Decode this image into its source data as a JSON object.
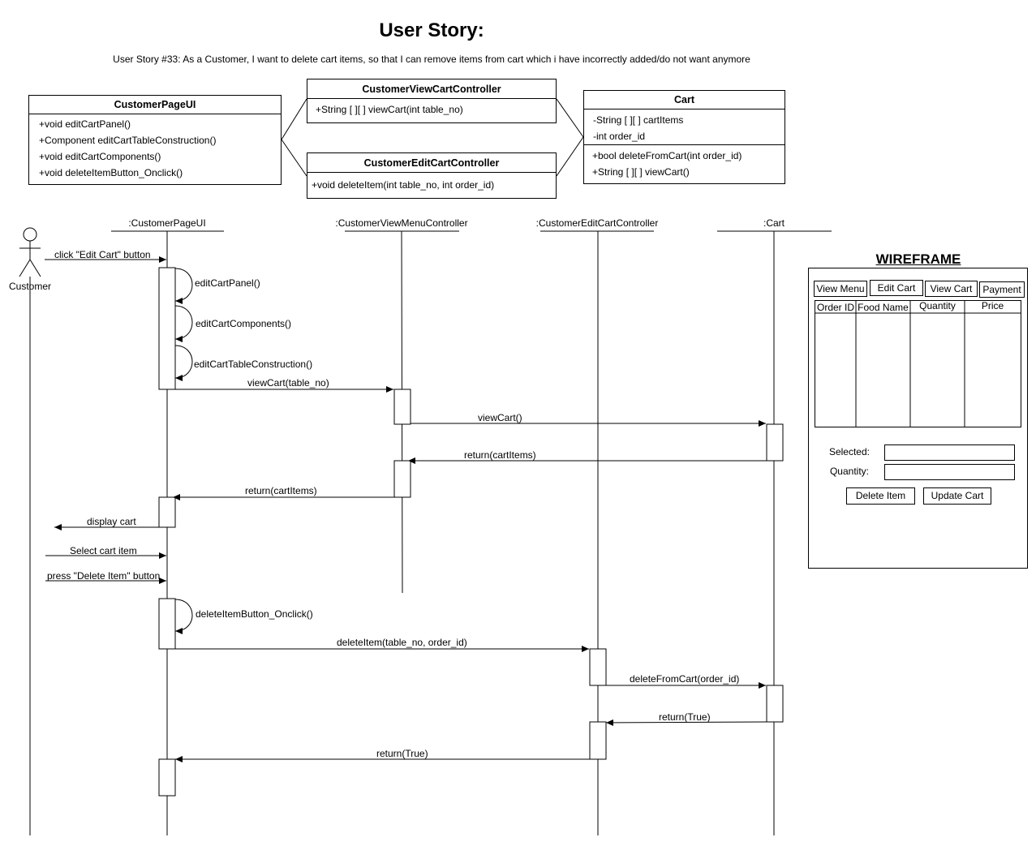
{
  "header": {
    "title": "User Story:",
    "story": "User Story #33: As a Customer, I want to delete cart items, so that I can remove items from cart which i have incorrectly added/do not want anymore"
  },
  "classes": {
    "page_ui": {
      "name": "CustomerPageUI",
      "methods": [
        "+void editCartPanel()",
        "+Component editCartTableConstruction()",
        "+void editCartComponents()",
        "+void deleteItemButton_Onclick()"
      ]
    },
    "view_cart_controller": {
      "name": "CustomerViewCartController",
      "methods": [
        "+String [ ][ ] viewCart(int table_no)"
      ]
    },
    "edit_cart_controller": {
      "name": "CustomerEditCartController",
      "methods": [
        "+void deleteItem(int table_no, int order_id)"
      ]
    },
    "cart": {
      "name": "Cart",
      "attributes": [
        "-String [ ][ ] cartItems",
        "-int order_id"
      ],
      "methods": [
        "+bool deleteFromCart(int order_id)",
        "+String [ ][ ] viewCart()"
      ]
    }
  },
  "sequence": {
    "actor": "Customer",
    "lifelines": [
      ":CustomerPageUI",
      ":CustomerViewMenuController",
      ":CustomerEditCartController",
      ":Cart"
    ],
    "messages": [
      "click \"Edit Cart\" button",
      "editCartPanel()",
      "editCartComponents()",
      "editCartTableConstruction()",
      "viewCart(table_no)",
      "viewCart()",
      "return(cartItems)",
      "return(cartItems)",
      "display cart",
      "Select cart item",
      "press \"Delete Item\" button",
      "deleteItemButton_Onclick()",
      "deleteItem(table_no, order_id)",
      "deleteFromCart(order_id)",
      "return(True)",
      "return(True)"
    ]
  },
  "wireframe": {
    "title": "WIREFRAME",
    "tabs": [
      "View Menu",
      "Edit Cart",
      "View Cart",
      "Payment"
    ],
    "columns": [
      "Order ID",
      "Food Name",
      "Quantity",
      "Price"
    ],
    "selected_label": "Selected:",
    "quantity_label": "Quantity:",
    "delete_button": "Delete Item",
    "update_button": "Update Cart"
  }
}
